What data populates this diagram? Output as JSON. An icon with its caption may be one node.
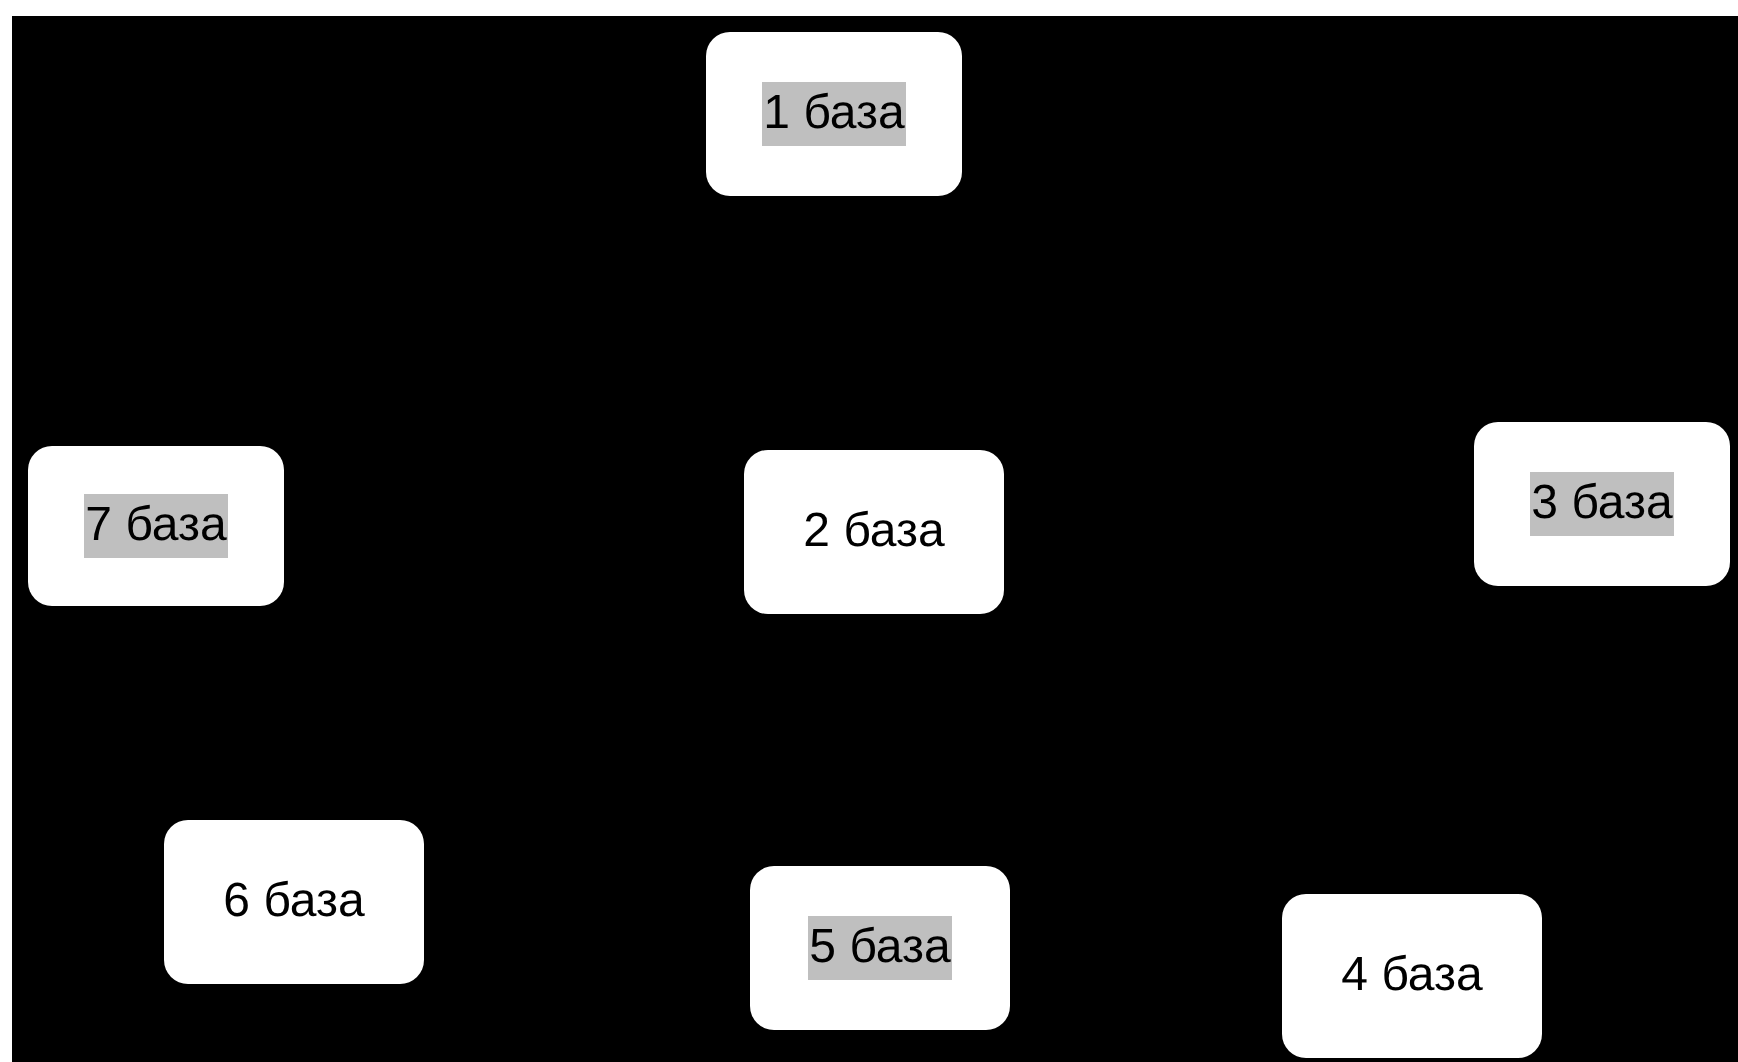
{
  "diagram": {
    "nodes": [
      {
        "text": [
          "1 база"
        ]
      },
      {
        "text": [
          "7 база"
        ]
      },
      {
        "text": [
          "2 база"
        ]
      },
      {
        "text": [
          "3 база"
        ]
      },
      {
        "text": [
          "6 база"
        ]
      },
      {
        "text": [
          "5 база"
        ]
      },
      {
        "text": [
          "4 база"
        ]
      }
    ]
  }
}
